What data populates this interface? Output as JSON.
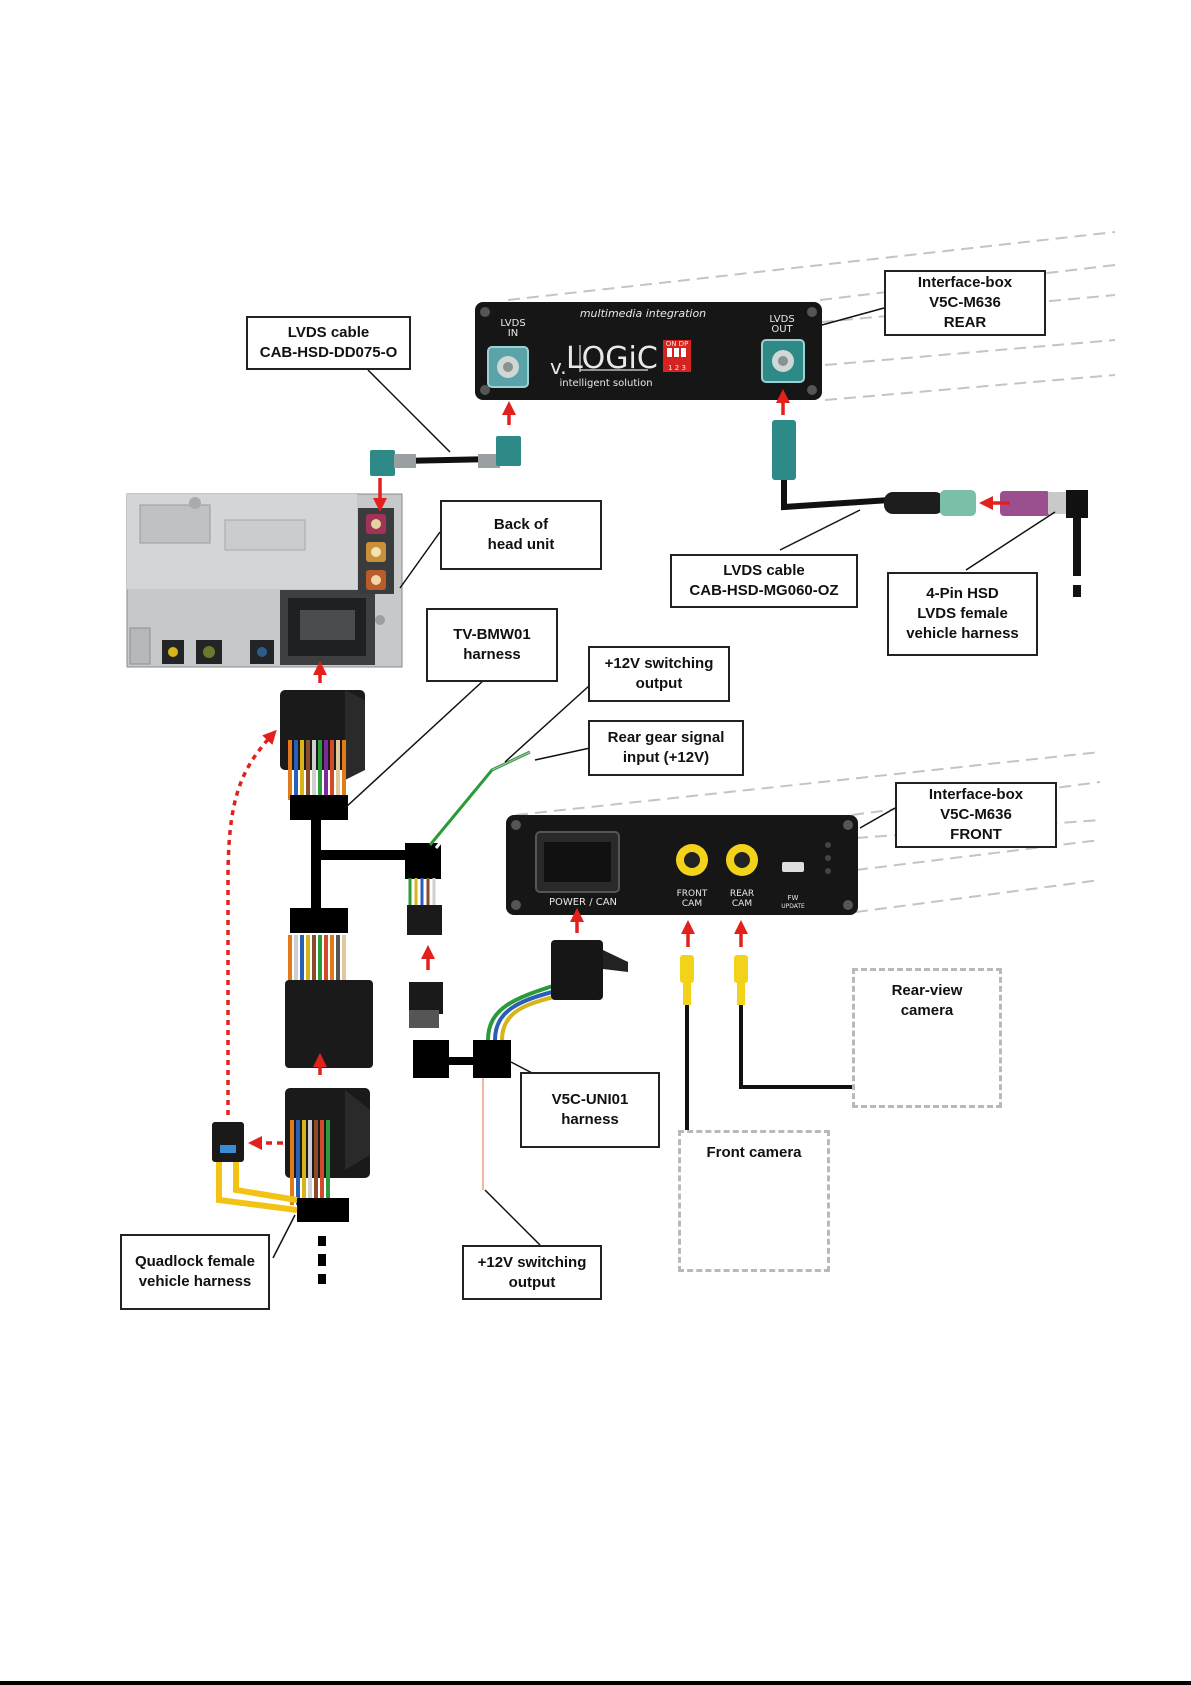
{
  "labels": {
    "lvds_cable_in": {
      "line1": "LVDS cable",
      "line2": "CAB-HSD-DD075-O"
    },
    "interface_rear": {
      "line1": "Interface-box",
      "line2": "V5C-M636",
      "line3": "REAR"
    },
    "back_head_unit": {
      "line1": "Back of",
      "line2": "head unit"
    },
    "lvds_cable_out": {
      "line1": "LVDS cable",
      "line2": "CAB-HSD-MG060-OZ"
    },
    "hsd_harness": {
      "line1": "4-Pin HSD",
      "line2": "LVDS female",
      "line3": "vehicle harness"
    },
    "tv_harness": {
      "line1": "TV-BMW01",
      "line2": "harness"
    },
    "switch_top": {
      "line1": "+12V switching",
      "line2": "output"
    },
    "rear_gear": {
      "line1": "Rear gear signal",
      "line2": "input (+12V)"
    },
    "interface_front": {
      "line1": "Interface-box",
      "line2": "V5C-M636",
      "line3": "FRONT"
    },
    "rear_camera": {
      "line1": "Rear-view",
      "line2": "camera"
    },
    "uni_harness": {
      "line1": "V5C-UNI01",
      "line2": "harness"
    },
    "front_camera": {
      "line1": "Front camera"
    },
    "quadlock": {
      "line1": "Quadlock female",
      "line2": "vehicle harness"
    },
    "switch_bottom": {
      "line1": "+12V switching",
      "line2": "output"
    }
  },
  "rear_box": {
    "brand_top": "multimedia integration",
    "lvds_in": [
      "LVDS",
      "IN"
    ],
    "lvds_out": [
      "LVDS",
      "OUT"
    ],
    "logo_prefix": "v.",
    "logo": "LOGiC",
    "logo_sub": "intelligent solution",
    "dip_on": "ON DP",
    "dip_nums": "1 2 3"
  },
  "front_box": {
    "power_can": "POWER / CAN",
    "front_cam": [
      "FRONT",
      "CAM"
    ],
    "rear_cam": [
      "REAR",
      "CAM"
    ],
    "fw_update": [
      "FW",
      "UPDATE"
    ]
  },
  "colors": {
    "arrow_red": "#e3211c",
    "lvds_teal": "#2e8a86",
    "rca_yellow": "#f3d21a",
    "device_black": "#161616",
    "label_border": "#222222",
    "dashed_gray": "#b9b9b9"
  }
}
